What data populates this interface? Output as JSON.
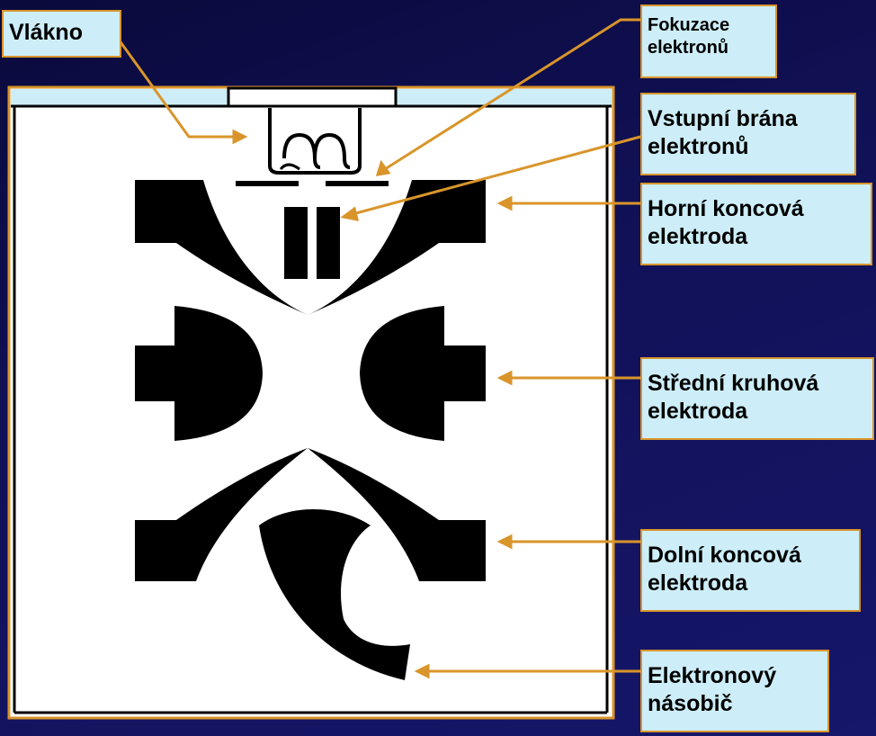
{
  "labels": {
    "vlakno": [
      "Vlákno"
    ],
    "fokusace": [
      "Fokuzace",
      "elektronů"
    ],
    "vstupni_brana": [
      "Vstupní brána",
      "elektronů"
    ],
    "horni_elektroda": [
      "Horní koncová",
      "elektroda"
    ],
    "stredni_elektroda": [
      "Střední kruhová",
      "elektroda"
    ],
    "dolni_elektroda": [
      "Dolní koncová",
      "elektroda"
    ],
    "nasobic": [
      "Elektronový",
      "násobič"
    ]
  },
  "colors": {
    "background": "#111158",
    "label_fill": "#cdeef8",
    "label_border": "#d9952b",
    "leader_line": "#d9952b",
    "chamber_fill": "#ffffff",
    "electrode": "#000000"
  }
}
